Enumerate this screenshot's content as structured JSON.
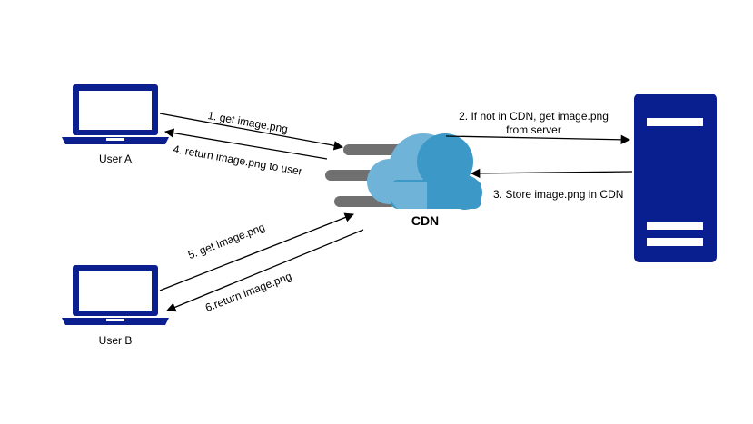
{
  "nodes": {
    "user_a": {
      "label": "User A",
      "icon": "laptop-icon"
    },
    "user_b": {
      "label": "User B",
      "icon": "laptop-icon"
    },
    "cdn": {
      "label": "CDN",
      "icon": "cloud-icon"
    },
    "server": {
      "label": "",
      "icon": "server-icon"
    }
  },
  "edges": [
    {
      "from": "user_a",
      "to": "cdn",
      "label": "1. get image.png"
    },
    {
      "from": "cdn",
      "to": "server",
      "label_line1": "2. If not in CDN, get image.png",
      "label_line2": "from server"
    },
    {
      "from": "server",
      "to": "cdn",
      "label": "3. Store image.png in CDN"
    },
    {
      "from": "cdn",
      "to": "user_a",
      "label": "4. return image.png to user"
    },
    {
      "from": "user_b",
      "to": "cdn",
      "label": "5. get image.png"
    },
    {
      "from": "cdn",
      "to": "user_b",
      "label": "6.return image.png"
    }
  ],
  "colors": {
    "device_blue": "#0b1f8f",
    "server_blue": "#0a1f8f",
    "cloud_light": "#6fb4d8",
    "cloud_dark": "#3c98c6",
    "speed_lines": "#707070",
    "arrow": "#000000"
  }
}
